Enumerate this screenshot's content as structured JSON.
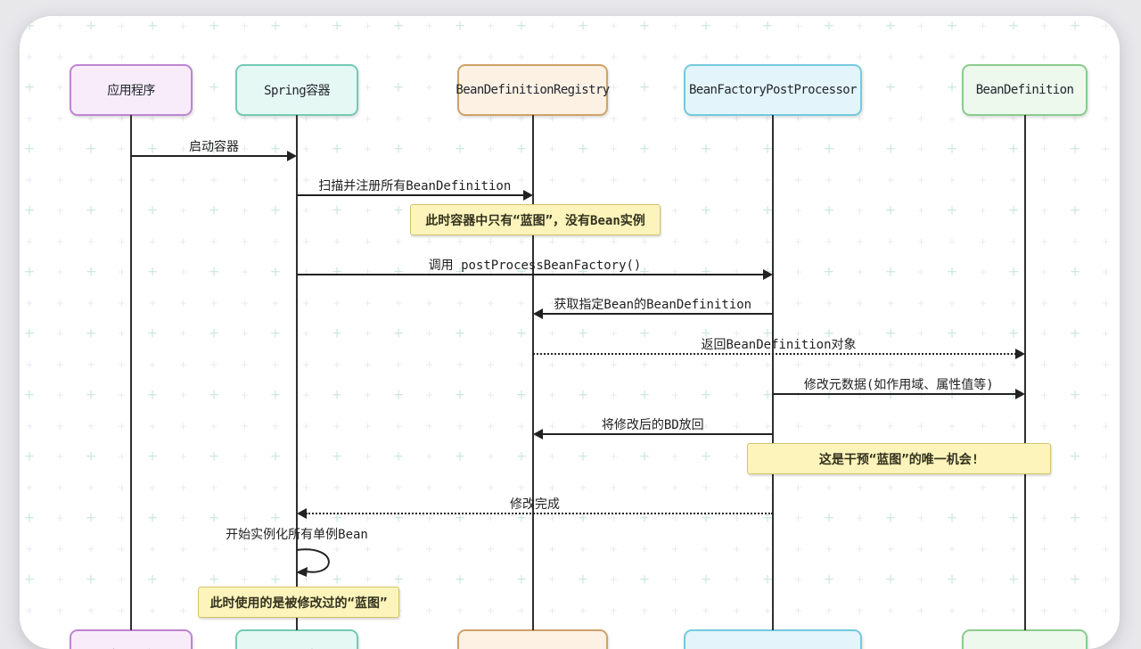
{
  "page": {
    "background": "#e8e7ea",
    "canvas_background": "#ffffff"
  },
  "diagram": {
    "type": "sequence-diagram",
    "line_color": "#222222",
    "pattern_colors": {
      "teal": "#cde8e1",
      "faint": "#e9e8f0"
    },
    "actors": [
      {
        "id": "app",
        "label": "应用程序",
        "fill": "#f8ecfa",
        "border": "#bd85d2"
      },
      {
        "id": "spring",
        "label": "Spring容器",
        "fill": "#e6f8f3",
        "border": "#74cab4"
      },
      {
        "id": "registry",
        "label": "BeanDefinitionRegistry",
        "fill": "#fdf1e4",
        "border": "#cfa269"
      },
      {
        "id": "bfpp",
        "label": "BeanFactoryPostProcessor",
        "fill": "#e3f5fa",
        "border": "#74c9de"
      },
      {
        "id": "beandef",
        "label": "BeanDefinition",
        "fill": "#ecf9ec",
        "border": "#8ccb8e"
      }
    ],
    "messages": [
      {
        "text": "启动容器",
        "from": "app",
        "to": "spring",
        "line": "solid"
      },
      {
        "text": "扫描并注册所有BeanDefinition",
        "from": "spring",
        "to": "registry",
        "line": "solid"
      },
      {
        "text": "调用 postProcessBeanFactory()",
        "from": "spring",
        "to": "bfpp",
        "line": "solid"
      },
      {
        "text": "获取指定Bean的BeanDefinition",
        "from": "bfpp",
        "to": "registry",
        "line": "solid"
      },
      {
        "text": "返回BeanDefinition对象",
        "from": "registry",
        "to": "beandef",
        "line": "dotted"
      },
      {
        "text": "修改元数据(如作用域、属性值等)",
        "from": "bfpp",
        "to": "beandef",
        "line": "solid"
      },
      {
        "text": "将修改后的BD放回",
        "from": "bfpp",
        "to": "registry",
        "line": "solid"
      },
      {
        "text": "修改完成",
        "from": "bfpp",
        "to": "spring",
        "line": "dotted"
      },
      {
        "text": "开始实例化所有单例Bean",
        "from": "spring",
        "to": "spring",
        "line": "self"
      }
    ],
    "notes": [
      {
        "text": "此时容器中只有“蓝图”，没有Bean实例",
        "fill": "#fcf4bb",
        "border": "#d4c46a"
      },
      {
        "text": "这是干预“蓝图”的唯一机会!",
        "fill": "#fcf4bb",
        "border": "#d4c46a"
      },
      {
        "text": "此时使用的是被修改过的“蓝图”",
        "fill": "#fcf4bb",
        "border": "#d4c46a"
      }
    ]
  }
}
